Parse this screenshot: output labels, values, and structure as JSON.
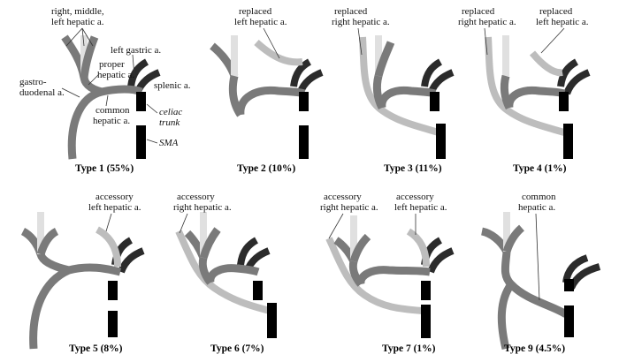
{
  "captions": {
    "t1": "Type 1 (55%)",
    "t2": "Type 2 (10%)",
    "t3": "Type 3 (11%)",
    "t4": "Type 4 (1%)",
    "t5": "Type 5 (8%)",
    "t6": "Type 6 (7%)",
    "t7": "Type 7 (1%)",
    "t9": "Type 9 (4.5%)"
  },
  "labels": {
    "rml_1": "right, middle,",
    "rml_2": "left hepatic a.",
    "left_gastric": "left gastric a.",
    "proper_1": "proper",
    "proper_2": "hepatic a.",
    "gastro_1": "gastro-",
    "gastro_2": "duodenal a.",
    "splenic": "splenic a.",
    "common_1": "common",
    "common_2": "hepatic a.",
    "celiac_1": "celiac",
    "celiac_2": "trunk",
    "sma": "SMA",
    "replaced": "replaced",
    "replaced_left": "left hepatic a.",
    "replaced_right": "right hepatic a.",
    "accessory": "accessory",
    "accessory_left": "left hepatic a.",
    "accessory_right": "right hepatic a.",
    "common9_1": "common",
    "common9_2": "hepatic a."
  },
  "colors": {
    "main_vessel": "#7a7a7a",
    "celiac_sma": "#000000",
    "splenic_gastric": "#2b2b2b",
    "variant_vessel": "#bdbdbd",
    "pale_branch": "#e0e0e0"
  }
}
